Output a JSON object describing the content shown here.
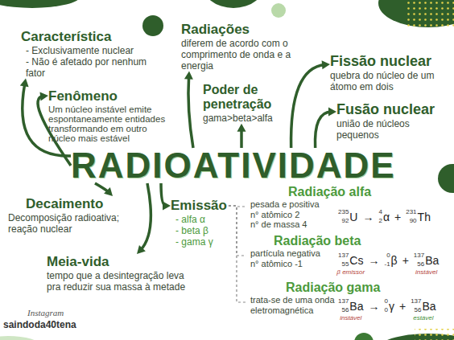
{
  "diagram": {
    "nodes": [
      {
        "text": [
          "Característica",
          "- Exclusivamente nuclear",
          "- Não é afetado por nenhum fator"
        ]
      },
      {
        "text": [
          "Radiações",
          "diferem de acordo com o comprimento de onda e a energia"
        ]
      },
      {
        "text": [
          "Fissão nuclear",
          "quebra do núcleo de um átomo em dois"
        ]
      },
      {
        "text": [
          "Fenômeno",
          "Um núcleo instável emite espontaneamente entidades transformando em outro núcleo mais estável"
        ]
      },
      {
        "text": [
          "Poder de penetração",
          "gama>beta>alfa"
        ]
      },
      {
        "text": [
          "Fusão nuclear",
          "união de núcleos pequenos"
        ]
      },
      {
        "text": [
          "RADIOATIVIDADE"
        ]
      },
      {
        "text": [
          "Decaimento",
          "Decomposição radioativa; reação nuclear"
        ]
      },
      {
        "text": [
          "Emissão",
          "- alfa α",
          "- beta β",
          "- gama γ"
        ]
      },
      {
        "text": [
          "Radiação alfa",
          "pesada e positiva",
          "n° atômico 2",
          "n° de massa 4"
        ]
      },
      {
        "text": [
          "Radiação beta",
          "partícula negativa",
          "n° atômico -1"
        ]
      },
      {
        "text": [
          "Meia-vida",
          "tempo que a desintegração leva pra reduzir sua massa à metade"
        ]
      },
      {
        "text": [
          "Radiação gama",
          "trata-se de uma onda eletromagnética"
        ]
      }
    ],
    "edges": [
      {
        "from": 6,
        "to": 0,
        "arrow": "to"
      },
      {
        "from": 6,
        "to": 3,
        "arrow": "to"
      },
      {
        "from": 6,
        "to": 1,
        "arrow": "to"
      },
      {
        "from": 6,
        "to": 4,
        "arrow": "to"
      },
      {
        "from": 6,
        "to": 2,
        "arrow": "to"
      },
      {
        "from": 6,
        "to": 5,
        "arrow": "to"
      },
      {
        "from": 6,
        "to": 7,
        "arrow": "to"
      },
      {
        "from": 6,
        "to": 8,
        "arrow": "to"
      },
      {
        "from": 6,
        "to": 11,
        "arrow": "to"
      },
      {
        "from": 8,
        "to": 9,
        "arrow": "none"
      },
      {
        "from": 8,
        "to": 10,
        "arrow": "none"
      },
      {
        "from": 8,
        "to": 12,
        "arrow": "none"
      }
    ],
    "labels": [
      "235",
      "92",
      "U",
      "→",
      "4",
      "2",
      "α",
      "+",
      "231",
      "90",
      "Th",
      "137",
      "55",
      "Cs",
      "→",
      "0",
      "-1",
      "β",
      "+",
      "137",
      "56",
      "Ba",
      "β emissor",
      "instável",
      "137",
      "56",
      "Ba",
      "→",
      "0",
      "0",
      "γ",
      "+",
      "137",
      "56",
      "Ba",
      "instável",
      "estável",
      "Instagram",
      "saindoda40tena"
    ]
  }
}
